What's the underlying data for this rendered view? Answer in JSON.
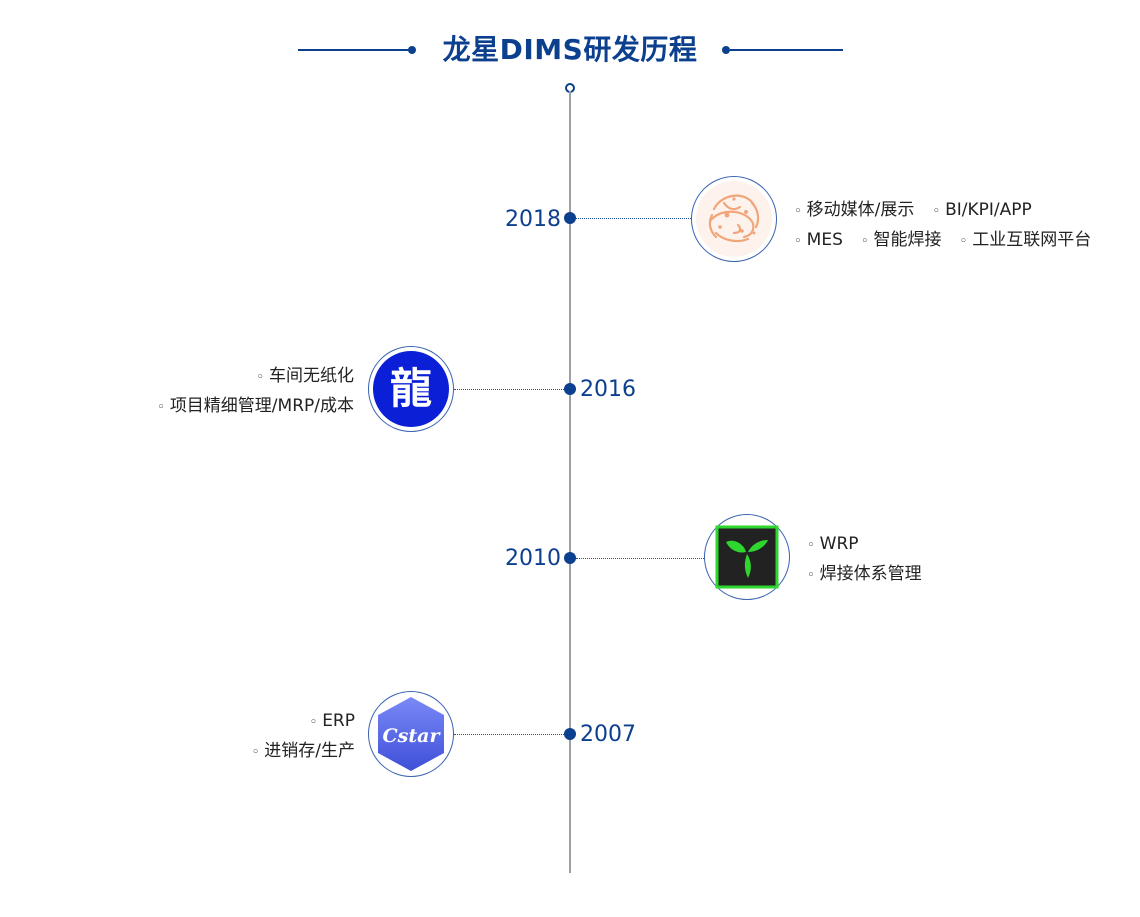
{
  "title": "龙星DIMS研发历程",
  "colors": {
    "primary": "#0d3f8f",
    "axis": "#9aa0a6",
    "dragon": "#f0a67a",
    "long_bg": "#0a1fd6",
    "wrp_green": "#2ed62e",
    "cstar": "#5b6ef0"
  },
  "milestones": [
    {
      "year": "2018",
      "logo": "dragon-emblem-icon",
      "features": [
        [
          "移动媒体/展示",
          "BI/KPI/APP"
        ],
        [
          "MES",
          "智能焊接",
          "工业互联网平台"
        ]
      ]
    },
    {
      "year": "2016",
      "logo": "long-character-icon",
      "logo_text": "龍",
      "features": [
        [
          "车间无纸化"
        ],
        [
          "项目精细管理/MRP/成本"
        ]
      ]
    },
    {
      "year": "2010",
      "logo": "wrp-green-leaf-icon",
      "features": [
        [
          "WRP"
        ],
        [
          "焊接体系管理"
        ]
      ]
    },
    {
      "year": "2007",
      "logo": "cstar-hexagon-icon",
      "logo_text": "Cstar",
      "features": [
        [
          "ERP"
        ],
        [
          "进销存/生产"
        ]
      ]
    }
  ]
}
